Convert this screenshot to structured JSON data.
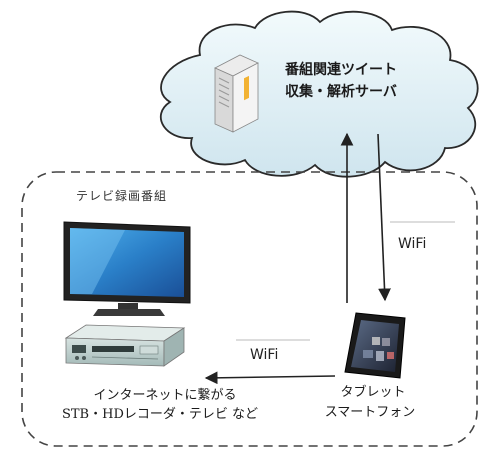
{
  "server": {
    "line1": "番組関連ツイート",
    "line2": "収集・解析サーバ"
  },
  "home_group": {
    "label": "テレビ録画番組"
  },
  "links": {
    "cloud_wifi": "WiFi",
    "home_wifi": "WiFi"
  },
  "tv_device": {
    "line1": "インターネットに繋がる",
    "line2": "STB・HDレコーダ・テレビ など"
  },
  "tablet_device": {
    "line1": "タブレット",
    "line2": "スマートフォン"
  }
}
